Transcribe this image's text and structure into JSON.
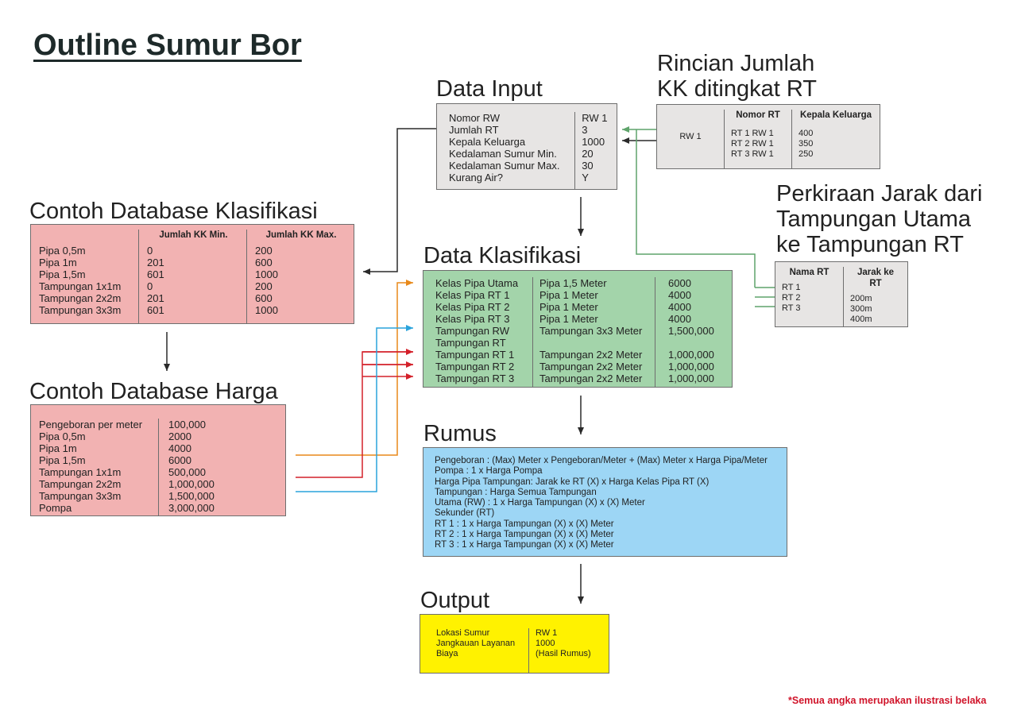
{
  "title": "Outline Sumur Bor",
  "data_input": {
    "heading": "Data Input",
    "labels": [
      "Nomor RW",
      "Jumlah RT",
      "Kepala Keluarga",
      "Kedalaman Sumur Min.",
      "Kedalaman Sumur Max.",
      "Kurang Air?"
    ],
    "values": [
      "RW 1",
      "3",
      "1000",
      "20",
      "30",
      "Y"
    ]
  },
  "rincian": {
    "heading_line1": "Rincian Jumlah",
    "heading_line2": "KK ditingkat RT",
    "rw": "RW 1",
    "col_rt_header": "Nomor RT",
    "col_kk_header": "Kepala Keluarga",
    "rts": [
      "RT 1 RW 1",
      "RT 2 RW 1",
      "RT 3 RW 1"
    ],
    "kks": [
      "400",
      "350",
      "250"
    ]
  },
  "perkiraan": {
    "heading_line1": "Perkiraan Jarak dari",
    "heading_line2": "Tampungan Utama",
    "heading_line3": "ke Tampungan RT",
    "col_name_header": "Nama RT",
    "col_dist_header": "Jarak ke RT",
    "names": [
      "RT 1",
      "RT 2",
      "RT 3"
    ],
    "dists": [
      "200m",
      "300m",
      "400m"
    ]
  },
  "db_klasifikasi": {
    "heading": "Contoh Database Klasifikasi",
    "col_min_header": "Jumlah KK Min.",
    "col_max_header": "Jumlah KK Max.",
    "items": [
      "Pipa 0,5m",
      "Pipa 1m",
      "Pipa 1,5m",
      "Tampungan 1x1m",
      "Tampungan 2x2m",
      "Tampungan 3x3m"
    ],
    "mins": [
      "0",
      "201",
      "601",
      "0",
      "201",
      "601"
    ],
    "maxs": [
      "200",
      "600",
      "1000",
      "200",
      "600",
      "1000"
    ]
  },
  "db_harga": {
    "heading": "Contoh Database Harga",
    "items": [
      "Pengeboran per meter",
      "Pipa 0,5m",
      "Pipa 1m",
      "Pipa 1,5m",
      "Tampungan 1x1m",
      "Tampungan 2x2m",
      "Tampungan 3x3m",
      "Pompa"
    ],
    "prices": [
      "100,000",
      "2000",
      "4000",
      "6000",
      "500,000",
      "1,000,000",
      "1,500,000",
      "3,000,000"
    ]
  },
  "data_klasifikasi": {
    "heading": "Data Klasifikasi",
    "col1": [
      "Kelas Pipa Utama",
      "Kelas Pipa RT 1",
      "Kelas Pipa RT 2",
      "Kelas Pipa RT 3",
      "Tampungan RW",
      "Tampungan RT",
      "Tampungan RT 1",
      "Tampungan RT 2",
      "Tampungan RT 3"
    ],
    "col2": [
      "Pipa 1,5 Meter",
      "Pipa 1 Meter",
      "Pipa 1 Meter",
      "Pipa 1 Meter",
      "Tampungan 3x3 Meter",
      "",
      "Tampungan 2x2 Meter",
      "Tampungan 2x2 Meter",
      "Tampungan 2x2 Meter"
    ],
    "col3": [
      "6000",
      "4000",
      "4000",
      "4000",
      "1,500,000",
      "",
      "1,000,000",
      "1,000,000",
      "1,000,000"
    ]
  },
  "rumus": {
    "heading": "Rumus",
    "lines": [
      "Pengeboran : (Max) Meter x Pengeboran/Meter + (Max) Meter x Harga Pipa/Meter",
      "Pompa : 1 x Harga Pompa",
      "Harga Pipa Tampungan: Jarak ke RT (X) x Harga Kelas Pipa RT (X)",
      "Tampungan : Harga Semua Tampungan",
      "Utama (RW) : 1 x Harga Tampungan (X) x (X) Meter",
      "Sekunder (RT)",
      "RT 1 : 1 x Harga Tampungan (X) x (X) Meter",
      "RT 2 : 1 x Harga Tampungan (X) x (X) Meter",
      "RT 3 : 1 x Harga Tampungan (X) x (X) Meter"
    ]
  },
  "output": {
    "heading": "Output",
    "labels": [
      "Lokasi Sumur",
      "Jangkauan Layanan",
      "Biaya"
    ],
    "values": [
      "RW 1",
      "1000",
      "(Hasil Rumus)"
    ]
  },
  "footnote": "*Semua angka merupakan ilustrasi belaka",
  "colors": {
    "pink_box": "#f2b2b2",
    "green_box": "#a3d4aa",
    "blue_box": "#9dd6f5",
    "yellow_box": "#fff200",
    "grey_box": "#e7e5e4",
    "arrow_orange": "#e8891a",
    "arrow_red": "#d4202a",
    "arrow_blue": "#2aa3dc",
    "arrow_green": "#5fa46b",
    "arrow_dark": "#2a2a2a",
    "footnote_red": "#d0142a"
  }
}
